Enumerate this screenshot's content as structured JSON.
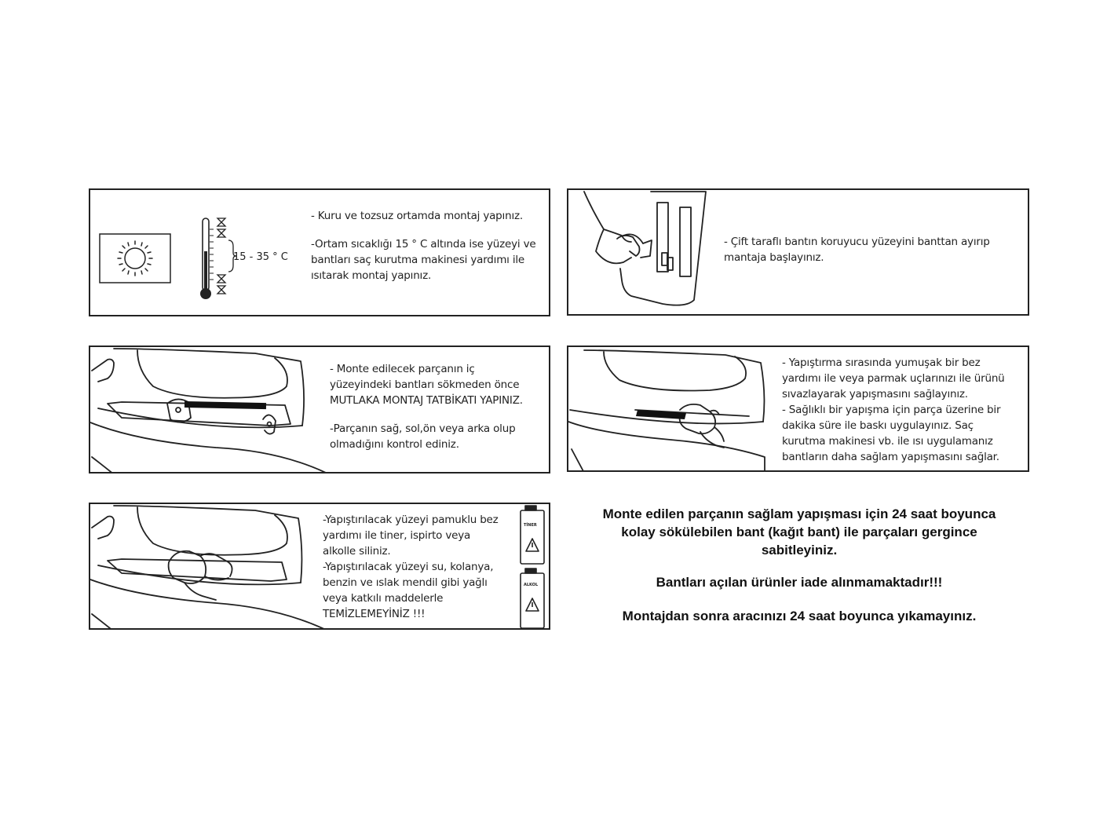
{
  "panel1": {
    "lines": [
      "- Kuru ve tozsuz ortamda montaj yapınız."
    ],
    "lines2": [
      "-Ortam sıcaklığı 15 ° C altında ise yüzeyi ve",
      "bantları saç kurutma makinesi yardımı ile",
      "ısıtarak montaj yapınız."
    ],
    "temp_range": "15 - 35 ° C",
    "icons": [
      "sun-icon",
      "thermometer-icon"
    ]
  },
  "panel2": {
    "lines": [
      "- Çift taraflı bantın koruyucu yüzeyini banttan ayırıp",
      "mantaja başlayınız."
    ],
    "icons": [
      "hand-peeling-tape-icon"
    ]
  },
  "panel3": {
    "lines": [
      "- Monte edilecek parçanın iç",
      "yüzeyindeki bantları sökmeden önce",
      "MUTLAKA MONTAJ TATBİKATI YAPINIZ."
    ],
    "lines2": [
      "-Parçanın sağ, sol,ön veya arka olup",
      "olmadığını kontrol ediniz."
    ],
    "icons": [
      "car-door-trim-icon"
    ]
  },
  "panel4": {
    "lines": [
      "- Yapıştırma sırasında yumuşak bir bez",
      "yardımı ile veya parmak uçlarınızı ile ürünü",
      "sıvazlayarak yapışmasını sağlayınız.",
      "- Sağlıklı bir yapışma için parça üzerine bir",
      "dakika süre ile baskı uygulayınız. Saç",
      "kurutma makinesi vb. ile ısı uygulamanız",
      "bantların daha sağlam yapışmasını sağlar."
    ],
    "icons": [
      "hand-pressing-cloth-icon"
    ]
  },
  "panel5": {
    "lines": [
      "-Yapıştırılacak yüzeyi pamuklu bez",
      "yardımı ile tiner, ispirto veya",
      "alkolle siliniz.",
      "-Yapıştırılacak yüzeyi su, kolanya,",
      "benzin ve ıslak mendil gibi yağlı",
      "veya katkılı maddelerle",
      "TEMİZLEMEYİNİZ !!!"
    ],
    "bottle_labels": [
      "TİNER",
      "ALKOL"
    ],
    "icons": [
      "hand-wiping-icon",
      "thinner-bottle-icon",
      "alcohol-bottle-icon"
    ]
  },
  "notes": {
    "line1": "Monte edilen parçanın sağlam yapışması için 24 saat boyunca",
    "line2": "kolay sökülebilen bant (kağıt bant) ile parçaları gergince",
    "line3": "sabitleyiniz.",
    "line4": "Bantları açılan ürünler iade alınmamaktadır!!!",
    "line5": "Montajdan sonra aracınızı 24 saat boyunca yıkamayınız."
  }
}
